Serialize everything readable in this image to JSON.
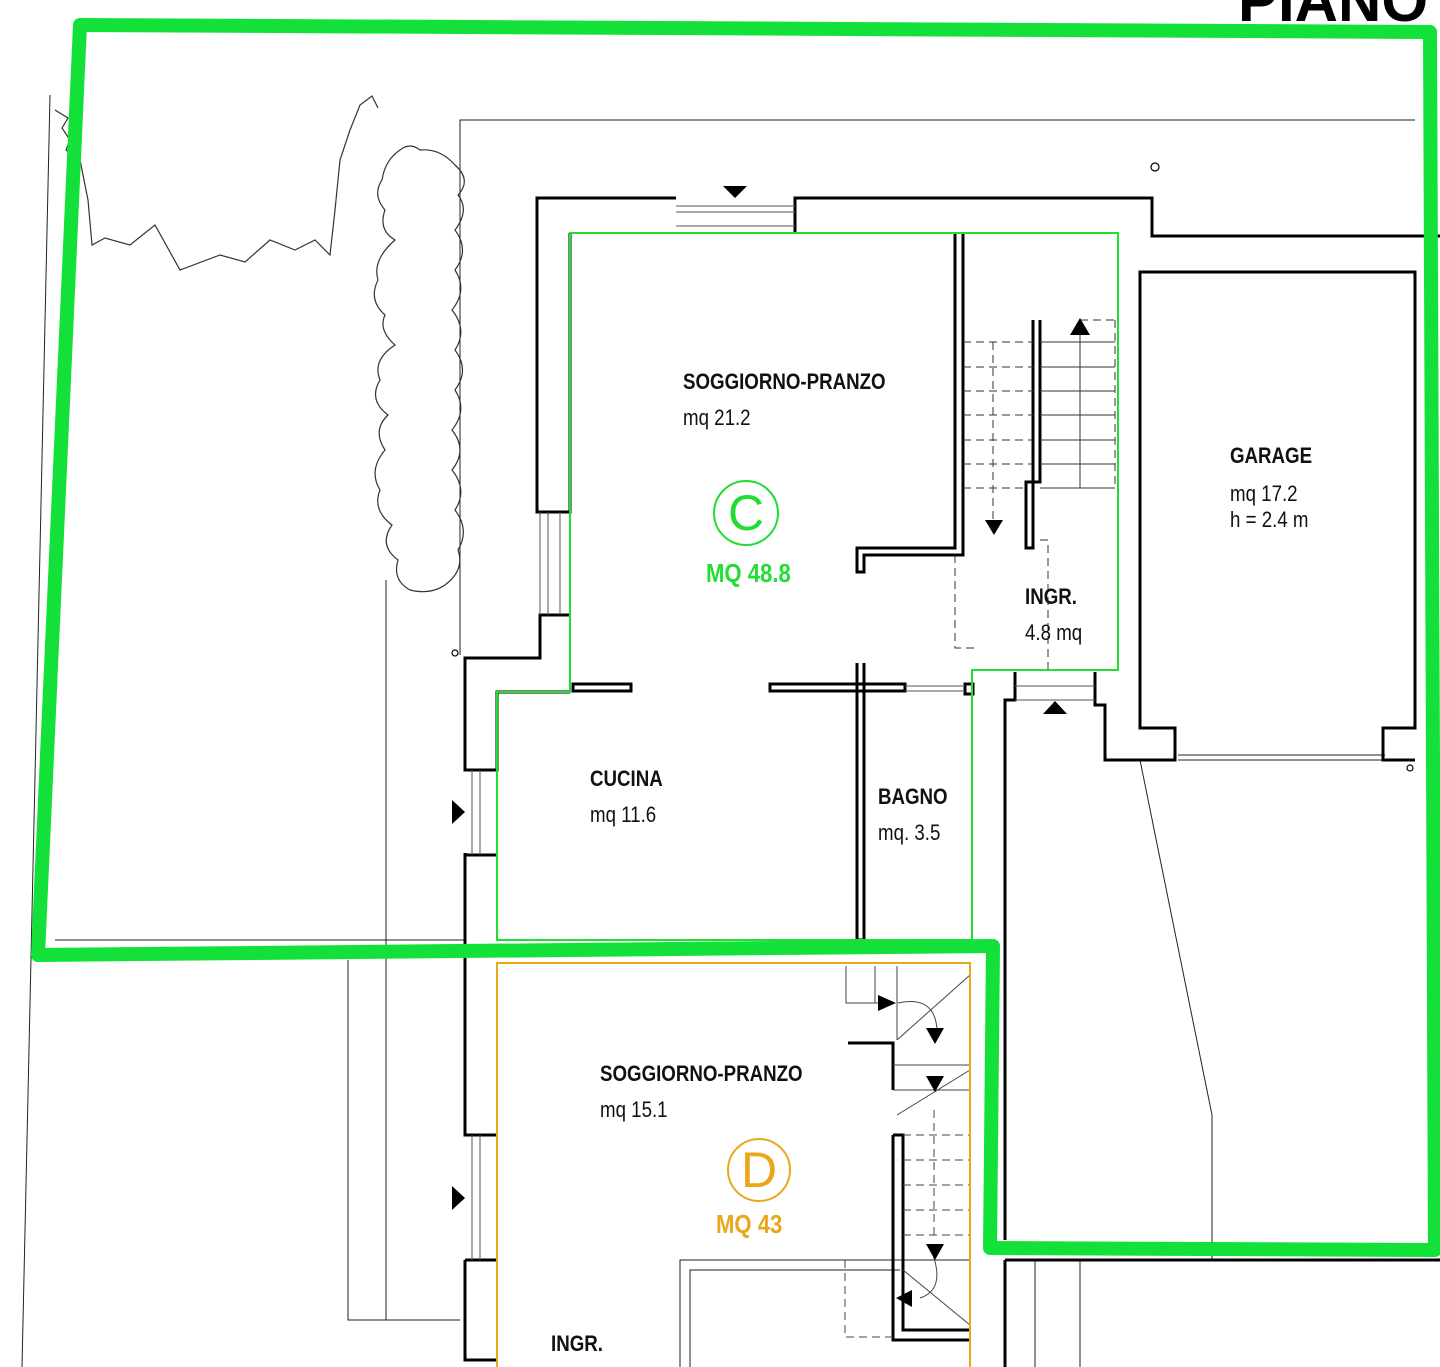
{
  "title": "PIANO",
  "colors": {
    "unit_c": "#22dd33",
    "unit_d": "#e8a81a",
    "boundary": "#14e03a",
    "wall": "#000000"
  },
  "units": {
    "c": {
      "letter": "C",
      "area": "MQ 48.8"
    },
    "d": {
      "letter": "D",
      "area": "MQ 43"
    }
  },
  "rooms": {
    "soggiorno_c": {
      "name": "SOGGIORNO-PRANZO",
      "area": "mq 21.2"
    },
    "garage": {
      "name": "GARAGE",
      "area": "mq 17.2",
      "height": "h = 2.4 m"
    },
    "ingr_c": {
      "name": "INGR.",
      "area": "4.8 mq"
    },
    "cucina": {
      "name": "CUCINA",
      "area": "mq 11.6"
    },
    "bagno": {
      "name": "BAGNO",
      "area": "mq. 3.5"
    },
    "soggiorno_d": {
      "name": "SOGGIORNO-PRANZO",
      "area": "mq 15.1"
    },
    "ingr_d": {
      "name": "INGR."
    }
  }
}
